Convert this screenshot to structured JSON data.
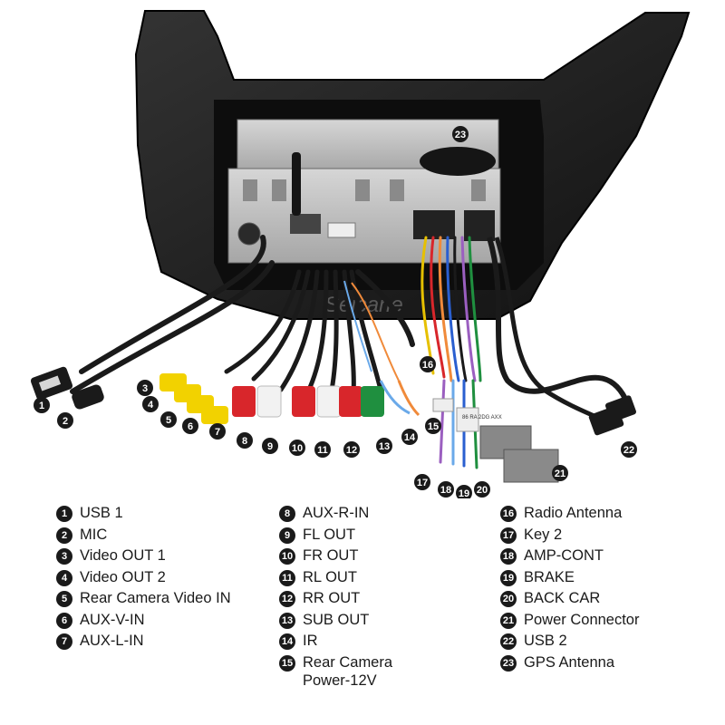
{
  "watermark": "Seicane",
  "connector_tag_text": "86 RA\n2DG\nAXX",
  "legend": [
    {
      "num": "1",
      "label": "USB 1"
    },
    {
      "num": "2",
      "label": "MIC"
    },
    {
      "num": "3",
      "label": "Video OUT 1"
    },
    {
      "num": "4",
      "label": "Video OUT 2"
    },
    {
      "num": "5",
      "label": "Rear Camera Video IN"
    },
    {
      "num": "6",
      "label": "AUX-V-IN"
    },
    {
      "num": "7",
      "label": "AUX-L-IN"
    },
    {
      "num": "8",
      "label": "AUX-R-IN"
    },
    {
      "num": "9",
      "label": "FL OUT"
    },
    {
      "num": "10",
      "label": "FR OUT"
    },
    {
      "num": "11",
      "label": "RL OUT"
    },
    {
      "num": "12",
      "label": "RR OUT"
    },
    {
      "num": "13",
      "label": "SUB OUT"
    },
    {
      "num": "14",
      "label": "IR"
    },
    {
      "num": "15",
      "label": "Rear Camera\nPower-12V"
    },
    {
      "num": "16",
      "label": "Radio Antenna"
    },
    {
      "num": "17",
      "label": "Key 2"
    },
    {
      "num": "18",
      "label": "AMP-CONT"
    },
    {
      "num": "19",
      "label": "BRAKE"
    },
    {
      "num": "20",
      "label": "BACK CAR"
    },
    {
      "num": "21",
      "label": "Power Connector"
    },
    {
      "num": "22",
      "label": "USB 2"
    },
    {
      "num": "23",
      "label": "GPS Antenna"
    }
  ],
  "colors": {
    "frame": "#1c1c1c",
    "metal": "#bfbfbf",
    "rca_yellow": "#f2d200",
    "rca_red": "#d8262b",
    "rca_white": "#f2f2f2",
    "rca_green": "#1f8f3f"
  }
}
